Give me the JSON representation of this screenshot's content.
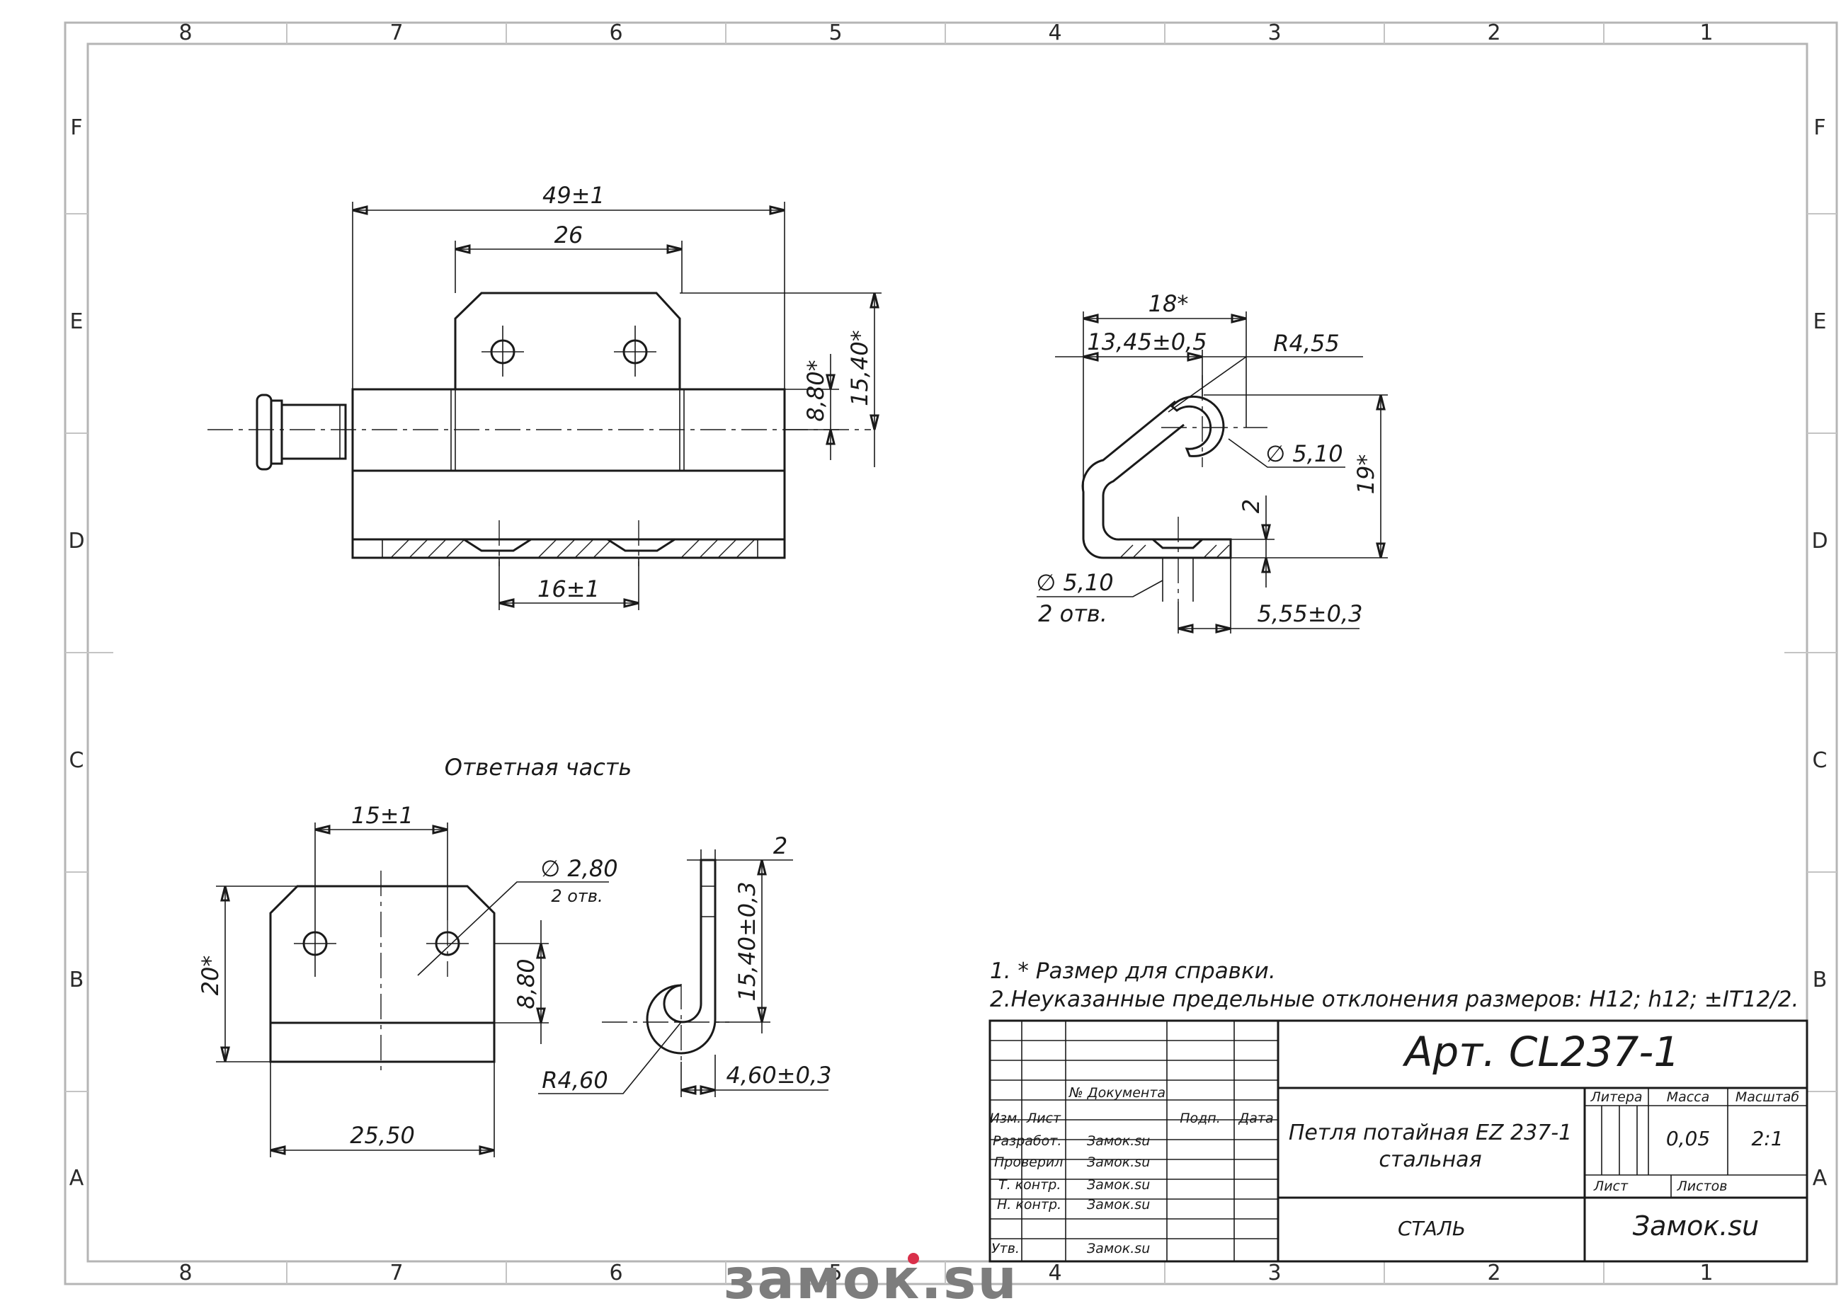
{
  "zones": {
    "columns": [
      "8",
      "7",
      "6",
      "5",
      "4",
      "3",
      "2",
      "1"
    ],
    "rows": [
      "F",
      "E",
      "D",
      "C",
      "B",
      "A"
    ]
  },
  "view_front": {
    "dim_overall": "49±1",
    "dim_leaf": "26",
    "dim_holes": "16±1",
    "dim_height": "8,80*",
    "dim_height2": "15,40*"
  },
  "view_side": {
    "dim_width_ref": "18*",
    "dim_width": "13,45±0,5",
    "dim_radius": "R4,55",
    "dim_pin": "∅ 5,10",
    "dim_height_ref": "19*",
    "dim_thickness": "2",
    "dim_hole": "∅ 5,10",
    "dim_hole_note": "2 отв.",
    "dim_offset": "5,55±0,3"
  },
  "counterpart": {
    "title": "Ответная часть",
    "dim_holes": "15±1",
    "dim_hole_dia": "∅ 2,80",
    "dim_hole_note": "2 отв.",
    "dim_height_ref": "20*",
    "dim_h": "8,80",
    "dim_width": "25,50",
    "dim_thickness": "2",
    "dim_length": "15,40±0,3",
    "dim_radius": "R4,60",
    "dim_offset": "4,60±0,3"
  },
  "notes": [
    "1. * Размер для справки.",
    "2.Неуказанные предельные отклонения размеров: H12; h12; ±IT12/2."
  ],
  "title_block": {
    "article": "Арт. CL237-1",
    "doc_no_label": "№ Документа",
    "izm": "Изм.",
    "list": "Лист",
    "podp": "Подп.",
    "data": "Дата",
    "razrab": "Разработ.",
    "proveril": "Проверил",
    "t_kontr": "Т. контр.",
    "n_kontr": "Н. контр.",
    "utv": "Утв.",
    "author": "Замок.su",
    "name_line1": "Петля потайная EZ 237-1",
    "name_line2": "стальная",
    "litera": "Литера",
    "massa": "Масса",
    "masshtab": "Масштаб",
    "mass_value": "0,05",
    "scale_value": "2:1",
    "sheet_label": "Лист",
    "sheets_label": "Листов",
    "material": "СТАЛЬ",
    "company": "Замок.su"
  },
  "logo": {
    "text": "замок.su",
    "color": "#7d7d7d",
    "accent": "#d9304a"
  }
}
